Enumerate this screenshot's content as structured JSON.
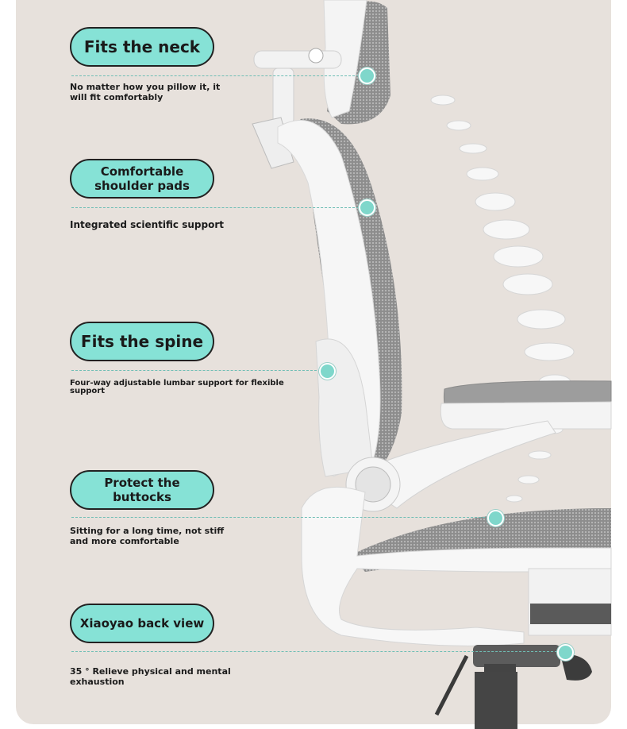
{
  "features": [
    {
      "title": "Fits the neck",
      "description": "No matter how you pillow it, it will fit comfortably"
    },
    {
      "title": "Comfortable shoulder pads",
      "description": "Integrated scientific support"
    },
    {
      "title": "Fits the spine",
      "description": "Four-way adjustable lumbar support for flexible support"
    },
    {
      "title": "Protect the buttocks",
      "description": "Sitting for a long time, not stiff and more comfortable"
    },
    {
      "title": "Xiaoyao back view",
      "description": "35 ° Relieve physical and mental exhaustion"
    }
  ],
  "colors": {
    "accent": "#86e2d6",
    "background": "#e7e1dc",
    "mesh": "#9a9a9a",
    "frame": "#f4f4f4"
  }
}
